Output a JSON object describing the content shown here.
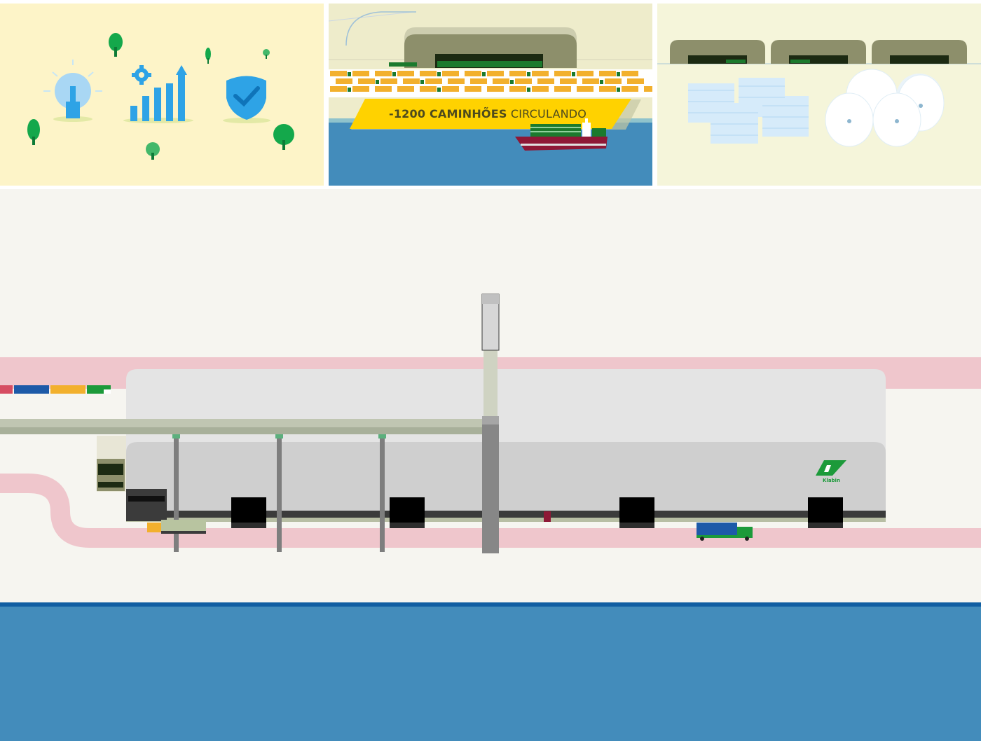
{
  "banner": {
    "strong": "-1200 CAMINHÕES",
    "light": " CIRCULANDO"
  },
  "brand": {
    "name": "Klabin"
  },
  "colors": {
    "panel1_bg": "#fdf4c8",
    "panel2_bg": "#eeeccb",
    "panel3_bg": "#f5f5da",
    "banner_yellow": "#ffd200",
    "sea_blue": "#438cbb",
    "sea_edge": "#115ea2",
    "road_pink": "#efc6cc",
    "brand_green": "#1c9a3a",
    "icon_blue": "#2ea3e6"
  },
  "icons": [
    "lightbulb-icon",
    "gear-icon",
    "bar-chart-icon",
    "shield-check-icon",
    "tree-icon"
  ]
}
